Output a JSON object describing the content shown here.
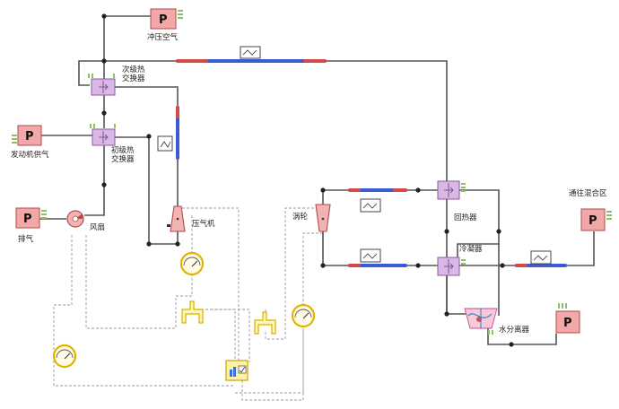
{
  "labels": {
    "ram_air": "冲压空气",
    "primary_hx": "次级热\n交换器",
    "secondary_hx": "初级热\n交换器",
    "engine_bleed": "发动机供气",
    "exhaust": "排气",
    "fan": "风扇",
    "compressor": "压气机",
    "turbine": "涡轮",
    "reheater": "回热器",
    "condenser": "冷凝器",
    "water_separator": "水分离器",
    "to_mixing_zone": "通往混合区"
  },
  "pressure_source_letter": "P",
  "colors": {
    "heat_exchanger": "#d9b8e6",
    "pressure_source": "#f2a8a8",
    "pipe": "#555555",
    "tube_hot": "#d24a4a",
    "tube_cold": "#3b5bd6",
    "signal": "#9a9a9a",
    "gauge": "#e0b400",
    "control": "#fff1a8"
  },
  "icons": [
    "pressure-source-icon",
    "heat-exchanger-icon",
    "fan-icon",
    "compressor-icon",
    "turbine-icon",
    "gauge-icon",
    "valve-icon",
    "controller-icon",
    "water-separator-icon"
  ]
}
